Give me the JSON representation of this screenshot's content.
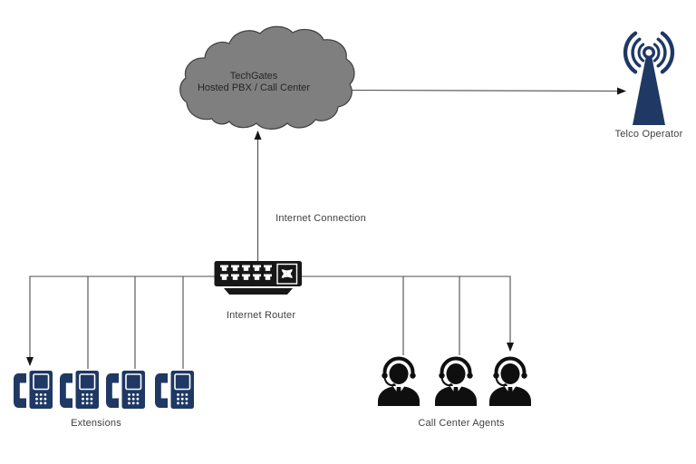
{
  "diagram": {
    "cloud": {
      "icon": "cloud-icon",
      "line1": "TechGates",
      "line2": "Hosted PBX / Call Center"
    },
    "telco": {
      "icon": "cell-tower-icon",
      "label": "Telco Operator"
    },
    "router": {
      "icon": "router-icon",
      "label": "Internet Router"
    },
    "internet_connection": {
      "label": "Internet Connection"
    },
    "extensions": {
      "icon": "desk-phone-icon",
      "label": "Extensions",
      "count": 4
    },
    "agents": {
      "icon": "call-center-agent-icon",
      "label": "Call Center Agents",
      "count": 3
    },
    "colors": {
      "cloud_fill": "#7f7f7f",
      "cloud_stroke": "#3f3f3f",
      "navy": "#1f3864",
      "device_black": "#171717",
      "connector": "#4d4d4d",
      "text": "#404040",
      "background": "#ffffff"
    }
  }
}
